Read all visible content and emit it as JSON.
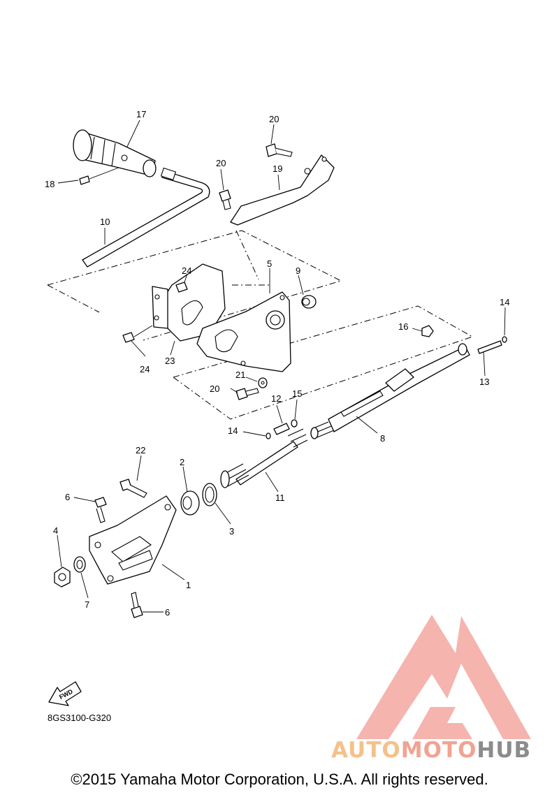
{
  "callouts": [
    {
      "id": "c17",
      "label": "17"
    },
    {
      "id": "c18",
      "label": "18"
    },
    {
      "id": "c10",
      "label": "10"
    },
    {
      "id": "c20a",
      "label": "20"
    },
    {
      "id": "c19",
      "label": "19"
    },
    {
      "id": "c20b",
      "label": "20"
    },
    {
      "id": "c24a",
      "label": "24"
    },
    {
      "id": "c5",
      "label": "5"
    },
    {
      "id": "c9",
      "label": "9"
    },
    {
      "id": "c24b",
      "label": "24"
    },
    {
      "id": "c23",
      "label": "23"
    },
    {
      "id": "c21",
      "label": "21"
    },
    {
      "id": "c20c",
      "label": "20"
    },
    {
      "id": "c16",
      "label": "16"
    },
    {
      "id": "c14a",
      "label": "14"
    },
    {
      "id": "c13",
      "label": "13"
    },
    {
      "id": "c12",
      "label": "12"
    },
    {
      "id": "c15",
      "label": "15"
    },
    {
      "id": "c14b",
      "label": "14"
    },
    {
      "id": "c8",
      "label": "8"
    },
    {
      "id": "c22",
      "label": "22"
    },
    {
      "id": "c2",
      "label": "2"
    },
    {
      "id": "c11",
      "label": "11"
    },
    {
      "id": "c6a",
      "label": "6"
    },
    {
      "id": "c3",
      "label": "3"
    },
    {
      "id": "c4",
      "label": "4"
    },
    {
      "id": "c1",
      "label": "1"
    },
    {
      "id": "c7",
      "label": "7"
    },
    {
      "id": "c6b",
      "label": "6"
    }
  ],
  "fwd_label": "FWD",
  "diagram_code": "8GS3100-G320",
  "copyright": "©2015 Yamaha Motor Corporation, U.S.A. All rights reserved.",
  "watermark": {
    "part1": "AUTO",
    "part2": "MOTO",
    "part3": "HUB",
    "colors": {
      "auto": "#f5c18a",
      "moto": "#f1a392",
      "hub": "#8c8c8c",
      "logo": "#f4a7a0"
    }
  }
}
